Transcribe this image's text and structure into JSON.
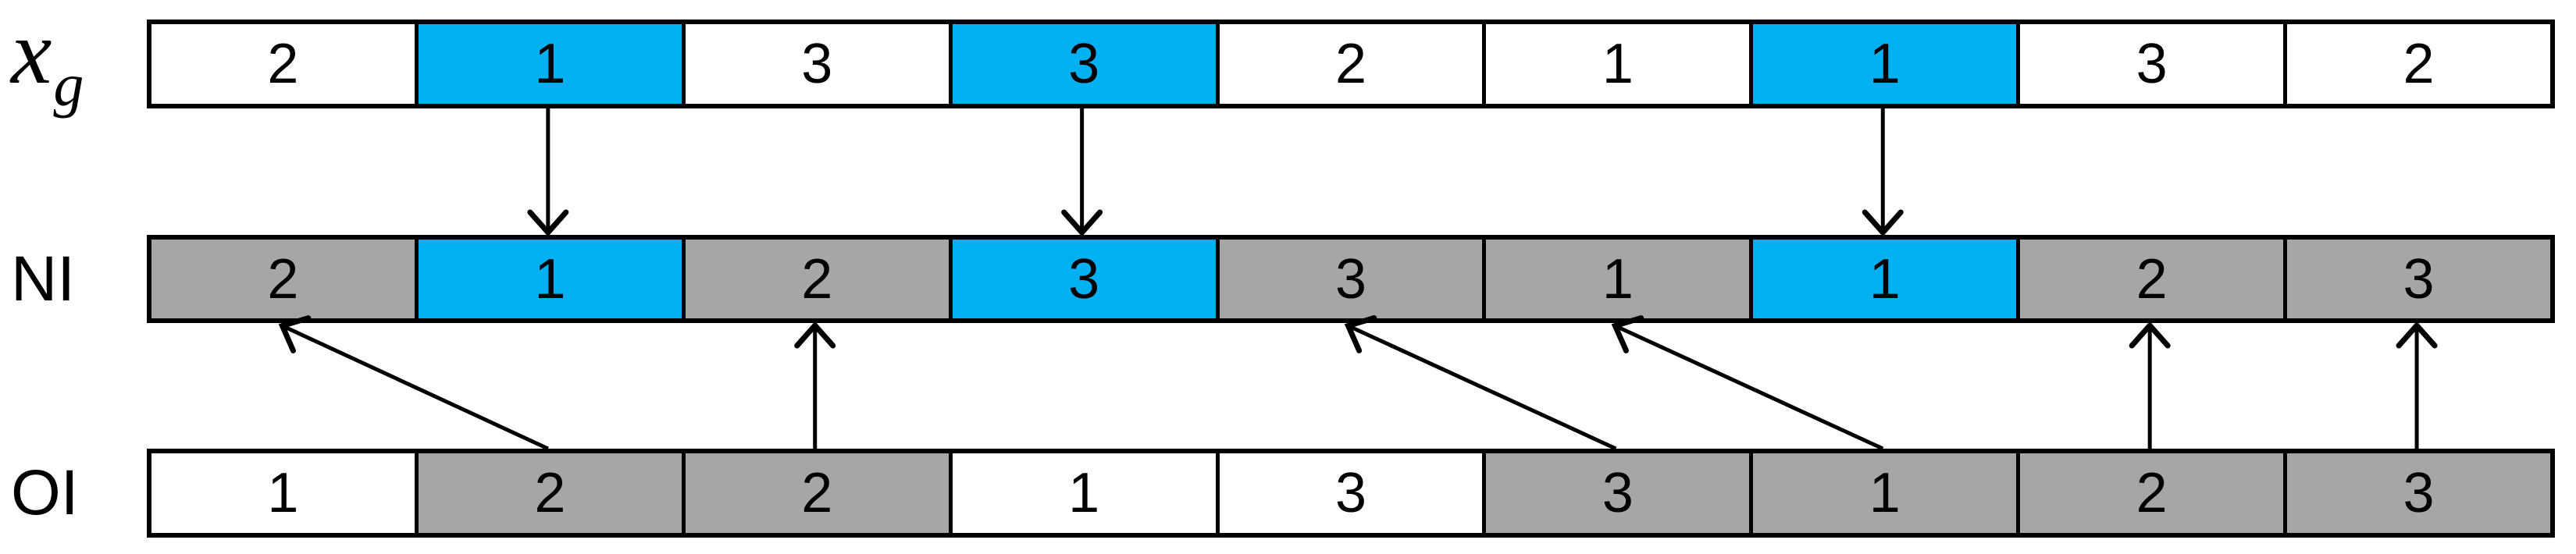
{
  "rows": [
    {
      "id": "xg",
      "label": "x",
      "label_subscript": "g",
      "cells": [
        {
          "value": "2",
          "fill": "plain"
        },
        {
          "value": "1",
          "fill": "highlight"
        },
        {
          "value": "3",
          "fill": "plain"
        },
        {
          "value": "3",
          "fill": "highlight"
        },
        {
          "value": "2",
          "fill": "plain"
        },
        {
          "value": "1",
          "fill": "plain"
        },
        {
          "value": "1",
          "fill": "highlight"
        },
        {
          "value": "3",
          "fill": "plain"
        },
        {
          "value": "2",
          "fill": "plain"
        }
      ]
    },
    {
      "id": "ni",
      "label": "NI",
      "cells": [
        {
          "value": "2",
          "fill": "gray"
        },
        {
          "value": "1",
          "fill": "highlight"
        },
        {
          "value": "2",
          "fill": "gray"
        },
        {
          "value": "3",
          "fill": "highlight"
        },
        {
          "value": "3",
          "fill": "gray"
        },
        {
          "value": "1",
          "fill": "gray"
        },
        {
          "value": "1",
          "fill": "highlight"
        },
        {
          "value": "2",
          "fill": "gray"
        },
        {
          "value": "3",
          "fill": "gray"
        }
      ]
    },
    {
      "id": "oi",
      "label": "OI",
      "cells": [
        {
          "value": "1",
          "fill": "plain"
        },
        {
          "value": "2",
          "fill": "gray"
        },
        {
          "value": "2",
          "fill": "gray"
        },
        {
          "value": "1",
          "fill": "plain"
        },
        {
          "value": "3",
          "fill": "plain"
        },
        {
          "value": "3",
          "fill": "gray"
        },
        {
          "value": "1",
          "fill": "gray"
        },
        {
          "value": "2",
          "fill": "gray"
        },
        {
          "value": "3",
          "fill": "gray"
        }
      ]
    }
  ],
  "arrows": [
    {
      "from_row": "xg",
      "from_col": 2,
      "to_row": "ni",
      "to_col": 2,
      "direction": "down"
    },
    {
      "from_row": "xg",
      "from_col": 4,
      "to_row": "ni",
      "to_col": 4,
      "direction": "down"
    },
    {
      "from_row": "xg",
      "from_col": 7,
      "to_row": "ni",
      "to_col": 7,
      "direction": "down"
    },
    {
      "from_row": "oi",
      "from_col": 2,
      "to_row": "ni",
      "to_col": 1,
      "direction": "up"
    },
    {
      "from_row": "oi",
      "from_col": 3,
      "to_row": "ni",
      "to_col": 3,
      "direction": "up"
    },
    {
      "from_row": "oi",
      "from_col": 6,
      "to_row": "ni",
      "to_col": 5,
      "direction": "up"
    },
    {
      "from_row": "oi",
      "from_col": 7,
      "to_row": "ni",
      "to_col": 6,
      "direction": "up"
    },
    {
      "from_row": "oi",
      "from_col": 8,
      "to_row": "ni",
      "to_col": 8,
      "direction": "up"
    },
    {
      "from_row": "oi",
      "from_col": 9,
      "to_row": "ni",
      "to_col": 9,
      "direction": "up"
    }
  ],
  "colors": {
    "highlight": "#00B0F0",
    "gray": "#A6A6A6",
    "plain": "#FFFFFF",
    "line": "#000000"
  }
}
